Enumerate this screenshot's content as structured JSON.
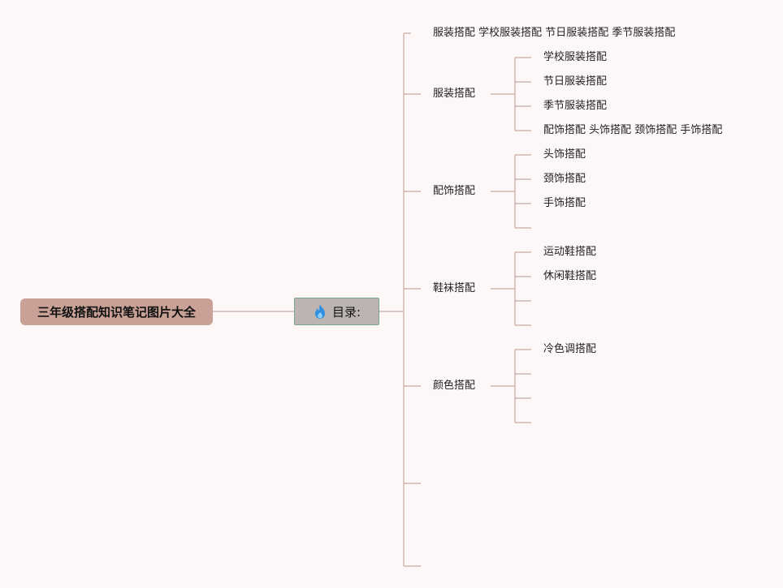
{
  "root": {
    "title": "三年级搭配知识笔记图片大全"
  },
  "toc": {
    "label": "目录:",
    "icon": "fire-icon"
  },
  "branches": [
    {
      "label": "服装搭配 学校服装搭配 节日服装搭配 季节服装搭配",
      "children": []
    },
    {
      "label": "服装搭配",
      "children": [
        "学校服装搭配",
        "节日服装搭配",
        "季节服装搭配",
        "配饰搭配 头饰搭配 颈饰搭配 手饰搭配"
      ]
    },
    {
      "label": "配饰搭配",
      "children": [
        "头饰搭配",
        "颈饰搭配",
        "手饰搭配",
        ""
      ]
    },
    {
      "label": "鞋袜搭配",
      "children": [
        "运动鞋搭配",
        "休闲鞋搭配",
        "",
        ""
      ]
    },
    {
      "label": "颜色搭配",
      "children": [
        "冷色调搭配",
        "",
        "",
        ""
      ]
    },
    {
      "label": "",
      "children": []
    },
    {
      "label": "",
      "children": []
    }
  ],
  "colors": {
    "line": "#c9a9a1",
    "root_bg": "#c9a196",
    "toc_bg": "#bcb4b1",
    "toc_border": "#7aa58c",
    "flame": "#2f8fe0"
  }
}
